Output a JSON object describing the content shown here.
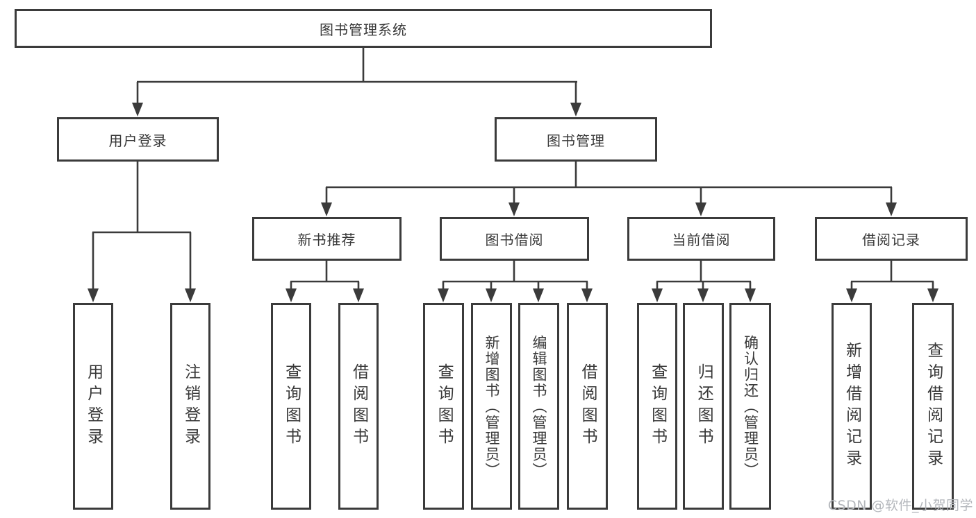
{
  "diagram": {
    "title": "图书管理系统",
    "level2": [
      {
        "label": "用户登录"
      },
      {
        "label": "图书管理"
      }
    ],
    "level3": [
      {
        "label": "新书推荐"
      },
      {
        "label": "图书借阅"
      },
      {
        "label": "当前借阅"
      },
      {
        "label": "借阅记录"
      }
    ],
    "leaves": {
      "user_login": [
        {
          "label": "用户登录"
        },
        {
          "label": "注销登录"
        }
      ],
      "new_book_recommend": [
        {
          "label": "查询图书"
        },
        {
          "label": "借阅图书"
        }
      ],
      "book_borrow": [
        {
          "label": "查询图书"
        },
        {
          "label": "新增图书（管理员）"
        },
        {
          "label": "编辑图书（管理员）"
        },
        {
          "label": "借阅图书"
        }
      ],
      "current_borrow": [
        {
          "label": "查询图书"
        },
        {
          "label": "归还图书"
        },
        {
          "label": "确认归还（管理员）"
        }
      ],
      "borrow_records": [
        {
          "label": "新增借阅记录"
        },
        {
          "label": "查询借阅记录"
        }
      ]
    },
    "watermark": "CSDN @软件_小贺同学",
    "colors": {
      "line": "#3b3b3b",
      "text": "#383838",
      "watermark": "#b4b7bc",
      "background": "#ffffff"
    }
  }
}
